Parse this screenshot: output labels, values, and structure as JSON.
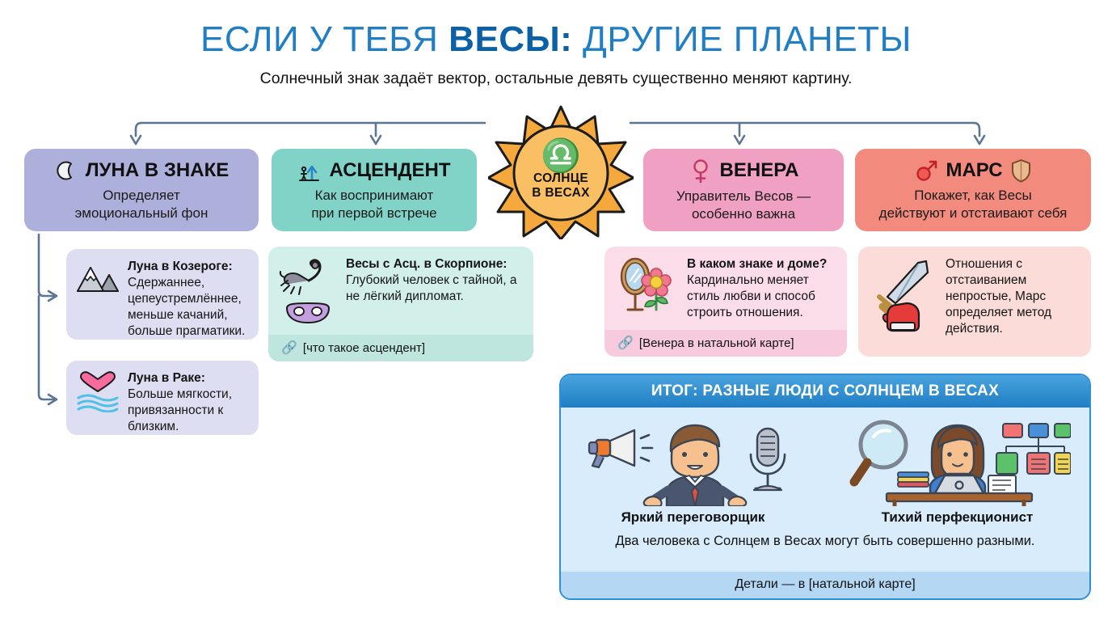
{
  "header": {
    "title_part1": "ЕСЛИ У ТЕБЯ ",
    "title_strong": "ВЕСЫ:",
    "title_part2": " ДРУГИЕ ПЛАНЕТЫ",
    "subtitle": "Солнечный знак задаёт вектор, остальные девять существенно меняют картину."
  },
  "sun": {
    "glyph": "♎",
    "icon_name": "libra-symbol",
    "line1": "СОЛНЦЕ",
    "line2": "В ВЕСАХ",
    "color": "#f5a93c"
  },
  "cards": {
    "moon": {
      "icon_name": "crescent-moon-icon",
      "title": "ЛУНА В ЗНАКЕ",
      "subtitle_line1": "Определяет",
      "subtitle_line2": "эмоциональный фон",
      "color": "#aeb0dc"
    },
    "ascendant": {
      "icon_name": "person-arrow-up-icon",
      "title": "АСЦЕНДЕНТ",
      "subtitle_line1": "Как воспринимают",
      "subtitle_line2": "при первой встрече",
      "color": "#81d3c8"
    },
    "venus": {
      "icon_name": "venus-symbol-icon",
      "glyph": "♀",
      "title": "ВЕНЕРА",
      "subtitle_line1": "Управитель Весов —",
      "subtitle_line2": "особенно важна",
      "color": "#f0a0c2"
    },
    "mars": {
      "icon_name": "mars-symbol-icon",
      "glyph": "♂",
      "icon2_name": "shield-icon",
      "title": "МАРС",
      "subtitle_line1": "Покажет, как Весы",
      "subtitle_line2": "действуют и отстаивают себя",
      "color": "#f28a7d"
    }
  },
  "subcards": {
    "moon_capricorn": {
      "icon_name": "mountain-icon",
      "heading": "Луна в Козероге:",
      "body": "Сдержаннее, цепеустремлённее, меньше качаний, больше прагматики."
    },
    "moon_cancer": {
      "icon1_name": "heart-icon",
      "icon2_name": "waves-icon",
      "heading": "Луна в Раке:",
      "body": "Больше мягкости, привязанности к близким."
    },
    "ascendant_scorpio": {
      "icon1_name": "scorpion-icon",
      "icon2_name": "mask-icon",
      "heading": "Весы с Асц. в Скорпионе:",
      "body": "Глубокий человек с тайной, а не лёгкий дипломат.",
      "link_icon_name": "chain-link-icon",
      "link_label": "[что такое асцендент]"
    },
    "venus_house": {
      "icon1_name": "mirror-icon",
      "icon2_name": "flower-icon",
      "heading": "В каком знаке и доме?",
      "body": "Кардинально меняет стиль любви и способ строить отношения.",
      "link_icon_name": "chain-link-icon",
      "link_label": "[Венера в натальной карте]"
    },
    "mars_relations": {
      "icon1_name": "sword-icon",
      "icon2_name": "boxing-glove-icon",
      "heading": "",
      "body": "Отношения с отстаиванием непростые, Марс определяет метод действия."
    }
  },
  "summary": {
    "header": "ИТОГ: РАЗНЫЕ ЛЮДИ С СОЛНЦЕМ В ВЕСАХ",
    "figure_left": {
      "icon1_name": "megaphone-icon",
      "person_name": "businessman-illustration",
      "icon2_name": "microphone-icon",
      "caption": "Яркий переговорщик"
    },
    "figure_right": {
      "icon1_name": "magnifier-icon",
      "person_name": "woman-at-desk-illustration",
      "icon2_name": "org-chart-icon",
      "caption": "Тихий перфекционист"
    },
    "note": "Два человека с Солнцем в Весах могут быть совершенно разными.",
    "footer": "Детали — в [натальной карте]",
    "accent_color": "#1f7ec4"
  }
}
